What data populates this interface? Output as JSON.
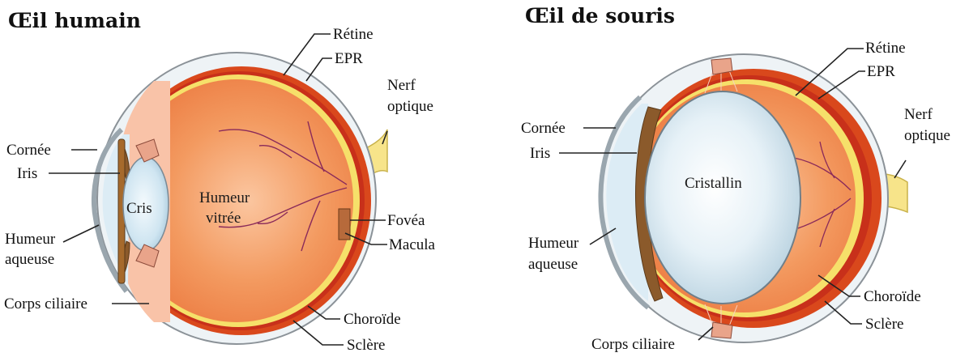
{
  "human": {
    "title": "Œil humain",
    "labels": {
      "retine": "Rétine",
      "epr": "EPR",
      "nerf_1": "Nerf",
      "nerf_2": "optique",
      "cornee": "Cornée",
      "iris": "Iris",
      "humeur_aq_1": "Humeur",
      "humeur_aq_2": "aqueuse",
      "corps_ciliaire": "Corps ciliaire",
      "cris": "Cris",
      "humeur_vit_1": "Humeur",
      "humeur_vit_2": "vitrée",
      "fovea": "Fovéa",
      "macula": "Macula",
      "choroide": "Choroïde",
      "sclere": "Sclère"
    }
  },
  "mouse": {
    "title": "Œil de souris",
    "labels": {
      "retine": "Rétine",
      "epr": "EPR",
      "nerf_1": "Nerf",
      "nerf_2": "optique",
      "cornee": "Cornée",
      "iris": "Iris",
      "cristallin": "Cristallin",
      "humeur_aq_1": "Humeur",
      "humeur_aq_2": "aqueuse",
      "choroide": "Choroïde",
      "sclere": "Sclère",
      "corps_ciliaire": "Corps ciliaire"
    }
  },
  "colors": {
    "sclera": "#eef3f6",
    "sclera_edge": "#8b9298",
    "choroid": "#d9481c",
    "epr": "#c8301a",
    "retina": "#f6e06a",
    "vitreous": "#f08a50",
    "vitreous_light": "#f9b48a",
    "lens": "#cfe6f2",
    "iris": "#8b5a2b",
    "aqueous": "#dcecf5",
    "nerve": "#f7e48a",
    "vessel": "#8a2a5a"
  }
}
